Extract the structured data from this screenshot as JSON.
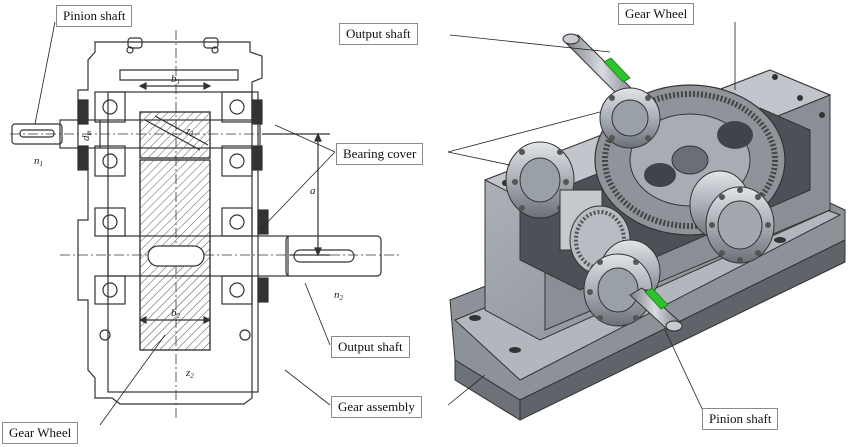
{
  "labels": {
    "pinion_shaft_top": "Pinion shaft",
    "gear_wheel_top": "Gear Wheel",
    "output_shaft_top": "Output shaft",
    "bearing_cover": "Bearing cover",
    "output_shaft_mid": "Output shaft",
    "gear_assembly": "Gear assembly",
    "gear_wheel_bottom": "Gear Wheel",
    "pinion_shaft_bottom": "Pinion shaft"
  },
  "drawing_symbols": {
    "b1": "b",
    "b1_sub": "1",
    "b2": "b",
    "b2_sub": "2",
    "z1": "z",
    "z1_sub": "1",
    "z2": "z",
    "z2_sub": "2",
    "n1": "n",
    "n1_sub": "1",
    "n2": "n",
    "n2_sub": "2",
    "dm": "d",
    "dm_sub": "m",
    "a": "a"
  },
  "colors": {
    "line": "#333333",
    "hatch": "#555555",
    "metal_light": "#c9ccd1",
    "metal_mid": "#9ea3aa",
    "metal_dark": "#5d6168",
    "key_green": "#2fc22f"
  }
}
